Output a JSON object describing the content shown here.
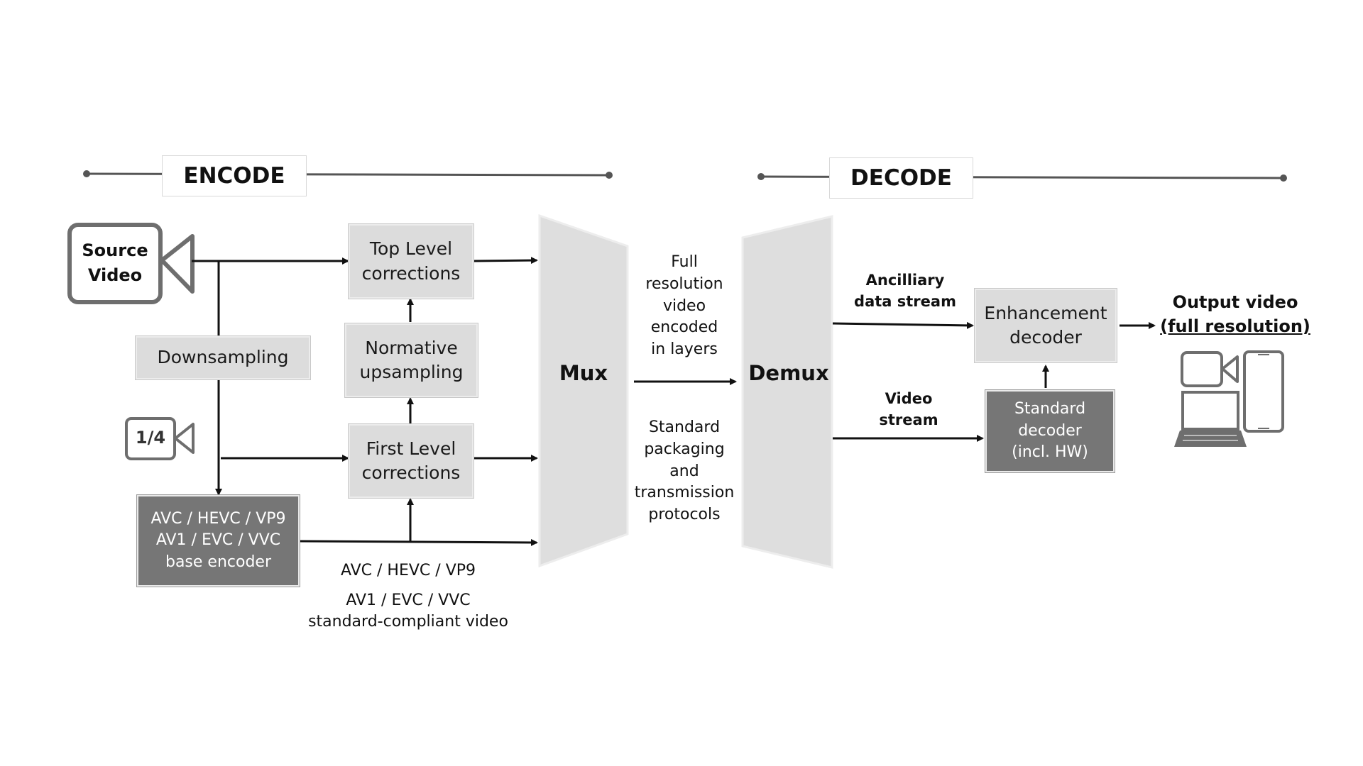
{
  "sections": {
    "encode": "ENCODE",
    "decode": "DECODE"
  },
  "icons": {
    "source_camera": {
      "name": "video-camera-icon",
      "label": "Source\nVideo"
    },
    "quarter_camera": {
      "name": "video-camera-icon",
      "label": "1/4"
    },
    "output_devices": {
      "name": "laptop-phone-camera-icon"
    }
  },
  "encode": {
    "downsampling": "Downsampling",
    "normative_upsampling": "Normative\nupsampling",
    "top_level": "Top Level\ncorrections",
    "first_level": "First Level\ncorrections",
    "base_encoder": "AVC / HEVC / VP9\nAV1 / EVC / VVC\nbase encoder",
    "base_caption_1": "AVC / HEVC / VP9",
    "base_caption_2": "AV1 / EVC / VVC\nstandard-compliant video"
  },
  "mux": "Mux",
  "demux": "Demux",
  "transport": {
    "top_text": "Full\nresolution\nvideo\nencoded\nin layers",
    "bottom_text": "Standard\npackaging\nand\ntransmission\nprotocols"
  },
  "decode": {
    "ancillary": "Ancilliary\ndata stream",
    "video_stream": "Video\nstream",
    "enhancement_decoder": "Enhancement\ndecoder",
    "standard_decoder": "Standard\ndecoder\n(incl. HW)",
    "output_title": "Output video",
    "output_sub": "(full resolution)"
  },
  "colors": {
    "light_box": "#dcdcdc",
    "dark_box": "#767676",
    "icon_stroke": "#6e6e6e",
    "trapezoid": "#dedede"
  }
}
